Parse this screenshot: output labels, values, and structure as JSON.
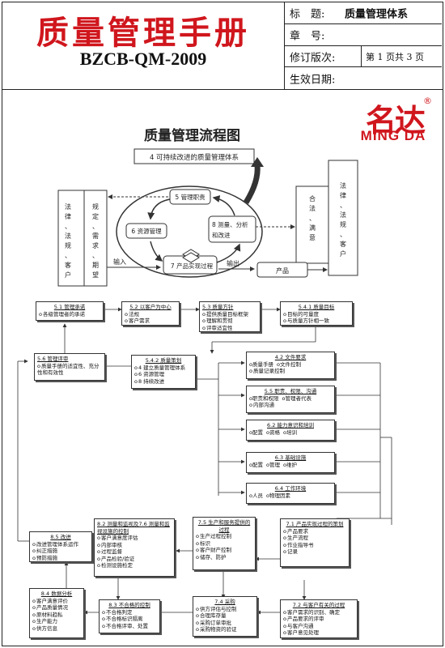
{
  "header": {
    "brand_title": "质量管理手册",
    "doc_code": "BZCB-QM-2009",
    "title_label": "标　题:",
    "title_value": "质量管理体系",
    "chapter_label": "章　号:",
    "chapter_value": "",
    "revision_label": "修订版次:",
    "page_info": "第 1 页共 3 页",
    "effective_label": "生效日期:"
  },
  "logo": {
    "mark": "名达",
    "reg": "®",
    "english": "MING DA"
  },
  "diagram": {
    "title": "质量管理流程图",
    "top_box": "4 可持续改进的质量管理体系",
    "left_col_1": "法律、法规、客户",
    "left_col_2": "规定、需求、期望",
    "right_col_1": "合法、满意",
    "right_col_2": "法律、法规、客户",
    "node_5": "5 管理职责",
    "node_6": "6 资源管理",
    "node_7": "7 产品实现过程",
    "node_8": "8 测量、分析和改进",
    "input_label": "输入",
    "output_label": "输出",
    "product_label": "产品"
  },
  "boxes": {
    "b51": {
      "title": "5.1 管理承诺",
      "items": [
        "各级管理者的承诺"
      ]
    },
    "b52": {
      "title": "5.2 以客户为中心",
      "items": [
        "法规",
        "客户需求"
      ]
    },
    "b53": {
      "title": "5.3 质量方针",
      "items": [
        "提供质量目标框架",
        "理解和贯彻",
        "评审适宜性"
      ]
    },
    "b541": {
      "title": "5.4.1 质量目标",
      "items": [
        "目标的可量度",
        "与质量方针相一致"
      ]
    },
    "b56": {
      "title": "5.6 管理评审",
      "items": [
        "质量手册的适宜性、充分性和有效性"
      ]
    },
    "b542": {
      "title": "5.4.2 质量策划",
      "items": [
        "4 建立质量管理体系",
        "6 资源管理",
        "8 持续改进"
      ]
    },
    "b42": {
      "title": "4.2 文件要求",
      "items": [
        "质量手册",
        "文件控制",
        "质量记录控制"
      ]
    },
    "b55": {
      "title": "5.5 职责、权限、沟通",
      "items": [
        "职责和权限",
        "管理者代表",
        "内部沟通"
      ]
    },
    "b62": {
      "title": "6.2 能力意识和培训",
      "items": [
        "配置",
        "资格",
        "培训"
      ]
    },
    "b63": {
      "title": "6.3 基础设施",
      "items": [
        "配置",
        "管理",
        "维护"
      ]
    },
    "b64": {
      "title": "6.4 工作环境",
      "items": [
        "人员",
        "物理因素"
      ]
    },
    "b85": {
      "title": "8.5 改进",
      "items": [
        "改进管理体系运作",
        "纠正措施",
        "预防措施"
      ]
    },
    "b82": {
      "title": "8.2 测量和监视及7.6 测量和监视设施的控制",
      "items": [
        "客户满意度评估",
        "内部审核",
        "过程监督",
        "产品检验/验证",
        "检测设施检定"
      ]
    },
    "b75": {
      "title": "7.5 生产和服务提供的过程",
      "items": [
        "生产过程控制",
        "标识",
        "客户财产控制",
        "储存、防护"
      ]
    },
    "b71": {
      "title": "7.1 产品实现过程的策划",
      "items": [
        "产品要求",
        "生产流程",
        "作业指导书",
        "记录"
      ]
    },
    "b84": {
      "title": "8.4 数据分析",
      "items": [
        "客户满意评价",
        "产品质量情况",
        "原材料趋私",
        "生产能力",
        "供方信息"
      ]
    },
    "b83": {
      "title": "8.3 不合格的控制",
      "items": [
        "不合格判定",
        "不合格标识隔离",
        "不合格评审、处置"
      ]
    },
    "b74": {
      "title": "7.4 采购",
      "items": [
        "供方评估与控制",
        "合理库存量",
        "采购订单审批",
        "采购物资的验证"
      ]
    },
    "b72": {
      "title": "7.2 与客户有关的过程",
      "items": [
        "客户需求的识别、确定",
        "产品要求的评审",
        "与客户沟通",
        "客户意见处理"
      ]
    }
  }
}
